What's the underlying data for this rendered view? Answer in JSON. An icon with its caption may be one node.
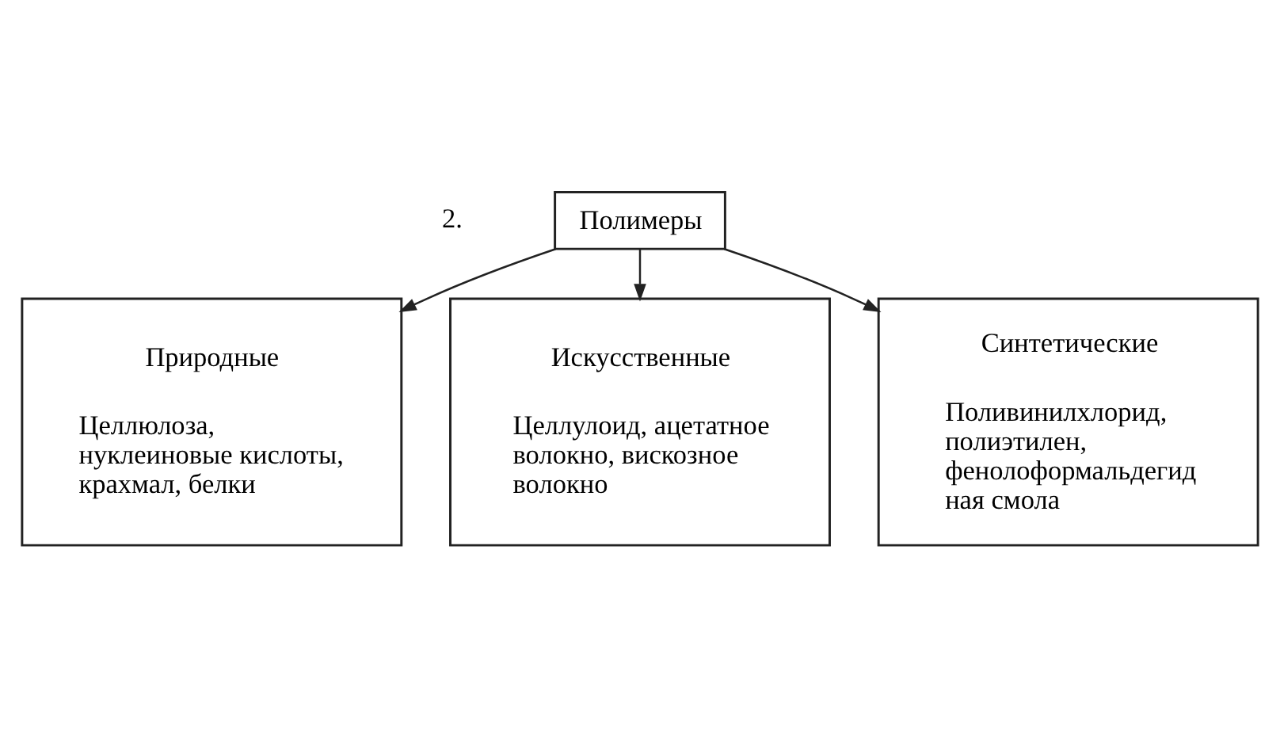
{
  "diagram": {
    "nodes": [
      {
        "text": [
          "Полимеры"
        ]
      },
      {
        "text": [
          "Природные",
          "Целлюлоза, нуклеиновые кислоты, крахмал, белки"
        ]
      },
      {
        "text": [
          "Искусственные",
          "Целлулоид, ацетатное волокно, вискозное волокно"
        ]
      },
      {
        "text": [
          "Синтетические",
          "Поливинилхлорид, полиэтилен, фенолоформальдегид ная смола"
        ]
      }
    ],
    "edges": [
      {
        "from": 0,
        "to": 1,
        "arrow": "to"
      },
      {
        "from": 0,
        "to": 2,
        "arrow": "to"
      },
      {
        "from": 0,
        "to": 3,
        "arrow": "to"
      }
    ],
    "labels": [
      "2."
    ]
  }
}
